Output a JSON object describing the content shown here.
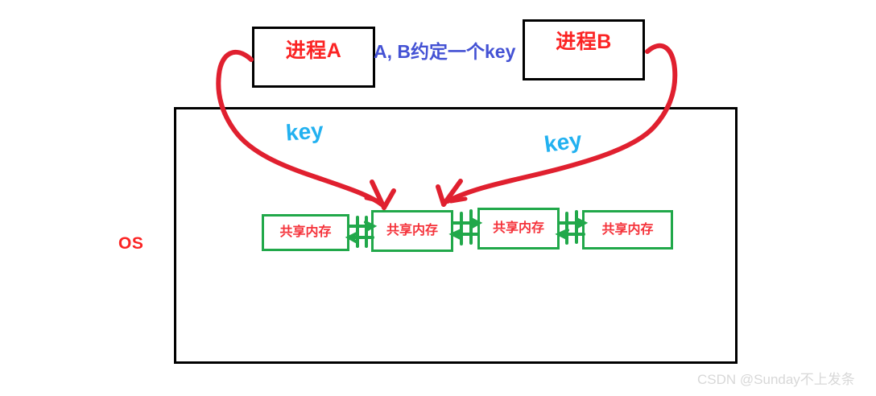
{
  "diagram": {
    "title": "System V shared memory key agreement diagram",
    "colors": {
      "process_box_border": "#000000",
      "process_label": "#fb2424",
      "os_box_border": "#000000",
      "os_label": "#fb2424",
      "shm_box_border": "#21a84a",
      "shm_label": "#f5333b",
      "arrow_red": "#e0202f",
      "key_text": "#22b1f0",
      "agreement_text": "#4452d4",
      "watermark": "#d8d8d8",
      "background": "#ffffff"
    },
    "processes": [
      {
        "id": "proc-a",
        "label": "进程A"
      },
      {
        "id": "proc-b",
        "label": "进程B"
      }
    ],
    "os": {
      "label": "OS"
    },
    "shared_memory_blocks": [
      {
        "id": "shm-0",
        "label": "共享内存"
      },
      {
        "id": "shm-1",
        "label": "共享内存"
      },
      {
        "id": "shm-2",
        "label": "共享内存"
      },
      {
        "id": "shm-3",
        "label": "共享内存"
      }
    ],
    "annotations": {
      "agreement": "A, B约定一个key",
      "key_left": "key",
      "key_right": "key"
    },
    "connectors": {
      "shm_link_count": 3,
      "shm_link_style": "bidirectional-double-line",
      "red_arrow_count": 2,
      "red_arrow_description": "curved arrows from each process down into the second shared-memory block"
    },
    "watermark": "CSDN @Sunday不上发条"
  }
}
